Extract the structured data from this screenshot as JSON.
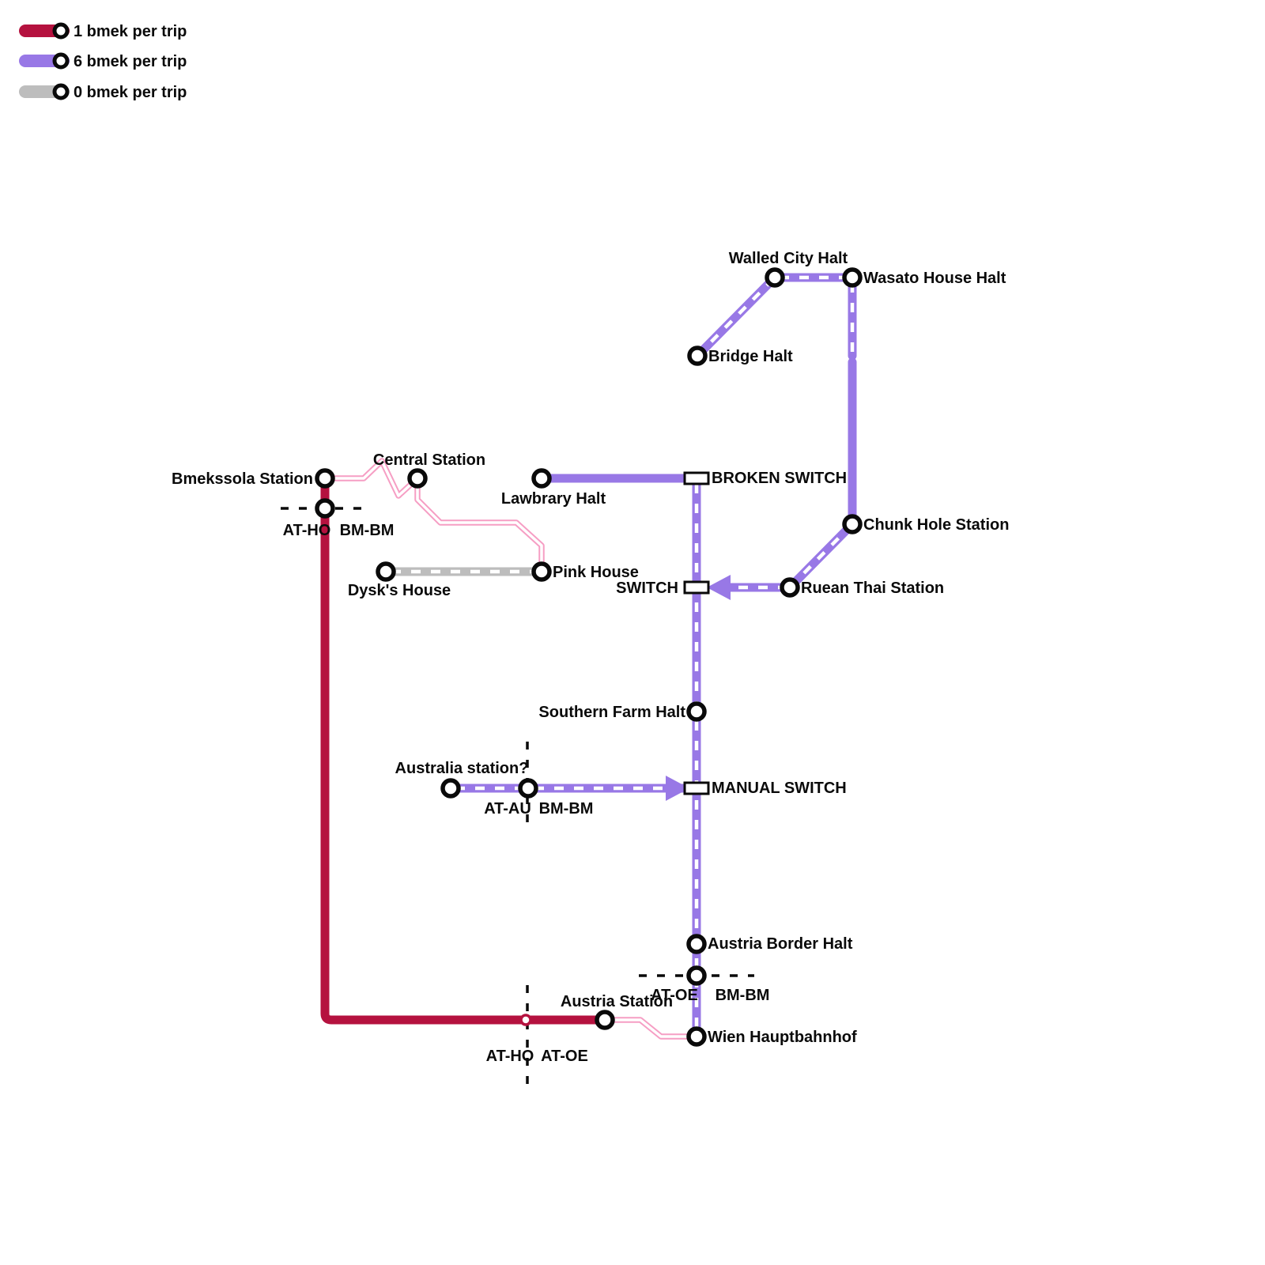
{
  "legend": {
    "items": [
      {
        "label": "1 bmek per trip",
        "color": "#b5123f"
      },
      {
        "label": "6 bmek per trip",
        "color": "#9878e6"
      },
      {
        "label": "0 bmek per trip",
        "color": "#bdbdbd"
      }
    ]
  },
  "stations": {
    "walled_city_halt": "Walled City Halt",
    "wasato_house_halt": "Wasato House Halt",
    "bridge_halt": "Bridge Halt",
    "bmekssola_station": "Bmekssola Station",
    "central_station": "Central Station",
    "lawbrary_halt": "Lawbrary Halt",
    "chunk_hole_station": "Chunk Hole Station",
    "ruean_thai_station": "Ruean Thai Station",
    "pink_house": "Pink House",
    "dysks_house": "Dysk's House",
    "southern_farm_halt": "Southern Farm Halt",
    "australia_station": "Australia station?",
    "austria_border_halt": "Austria Border Halt",
    "austria_station": "Austria Station",
    "wien_hauptbahnhof": "Wien Hauptbahnhof"
  },
  "switches": {
    "broken_switch": "BROKEN SWITCH",
    "switch": "SWITCH",
    "manual_switch": "MANUAL SWITCH"
  },
  "borders": {
    "ho_bm": {
      "left": "AT-HO",
      "right": "BM-BM"
    },
    "au_bm": {
      "left": "AT-AU",
      "right": "BM-BM"
    },
    "oe_bm": {
      "left": "AT-OE",
      "right": "BM-BM"
    },
    "ho_oe": {
      "left": "AT-HO",
      "right": "AT-OE"
    }
  },
  "colors": {
    "red": "#b5123f",
    "purple": "#9878e6",
    "pink": "#f69ec4",
    "gray": "#bdbdbd",
    "dash": "#ffffff"
  }
}
